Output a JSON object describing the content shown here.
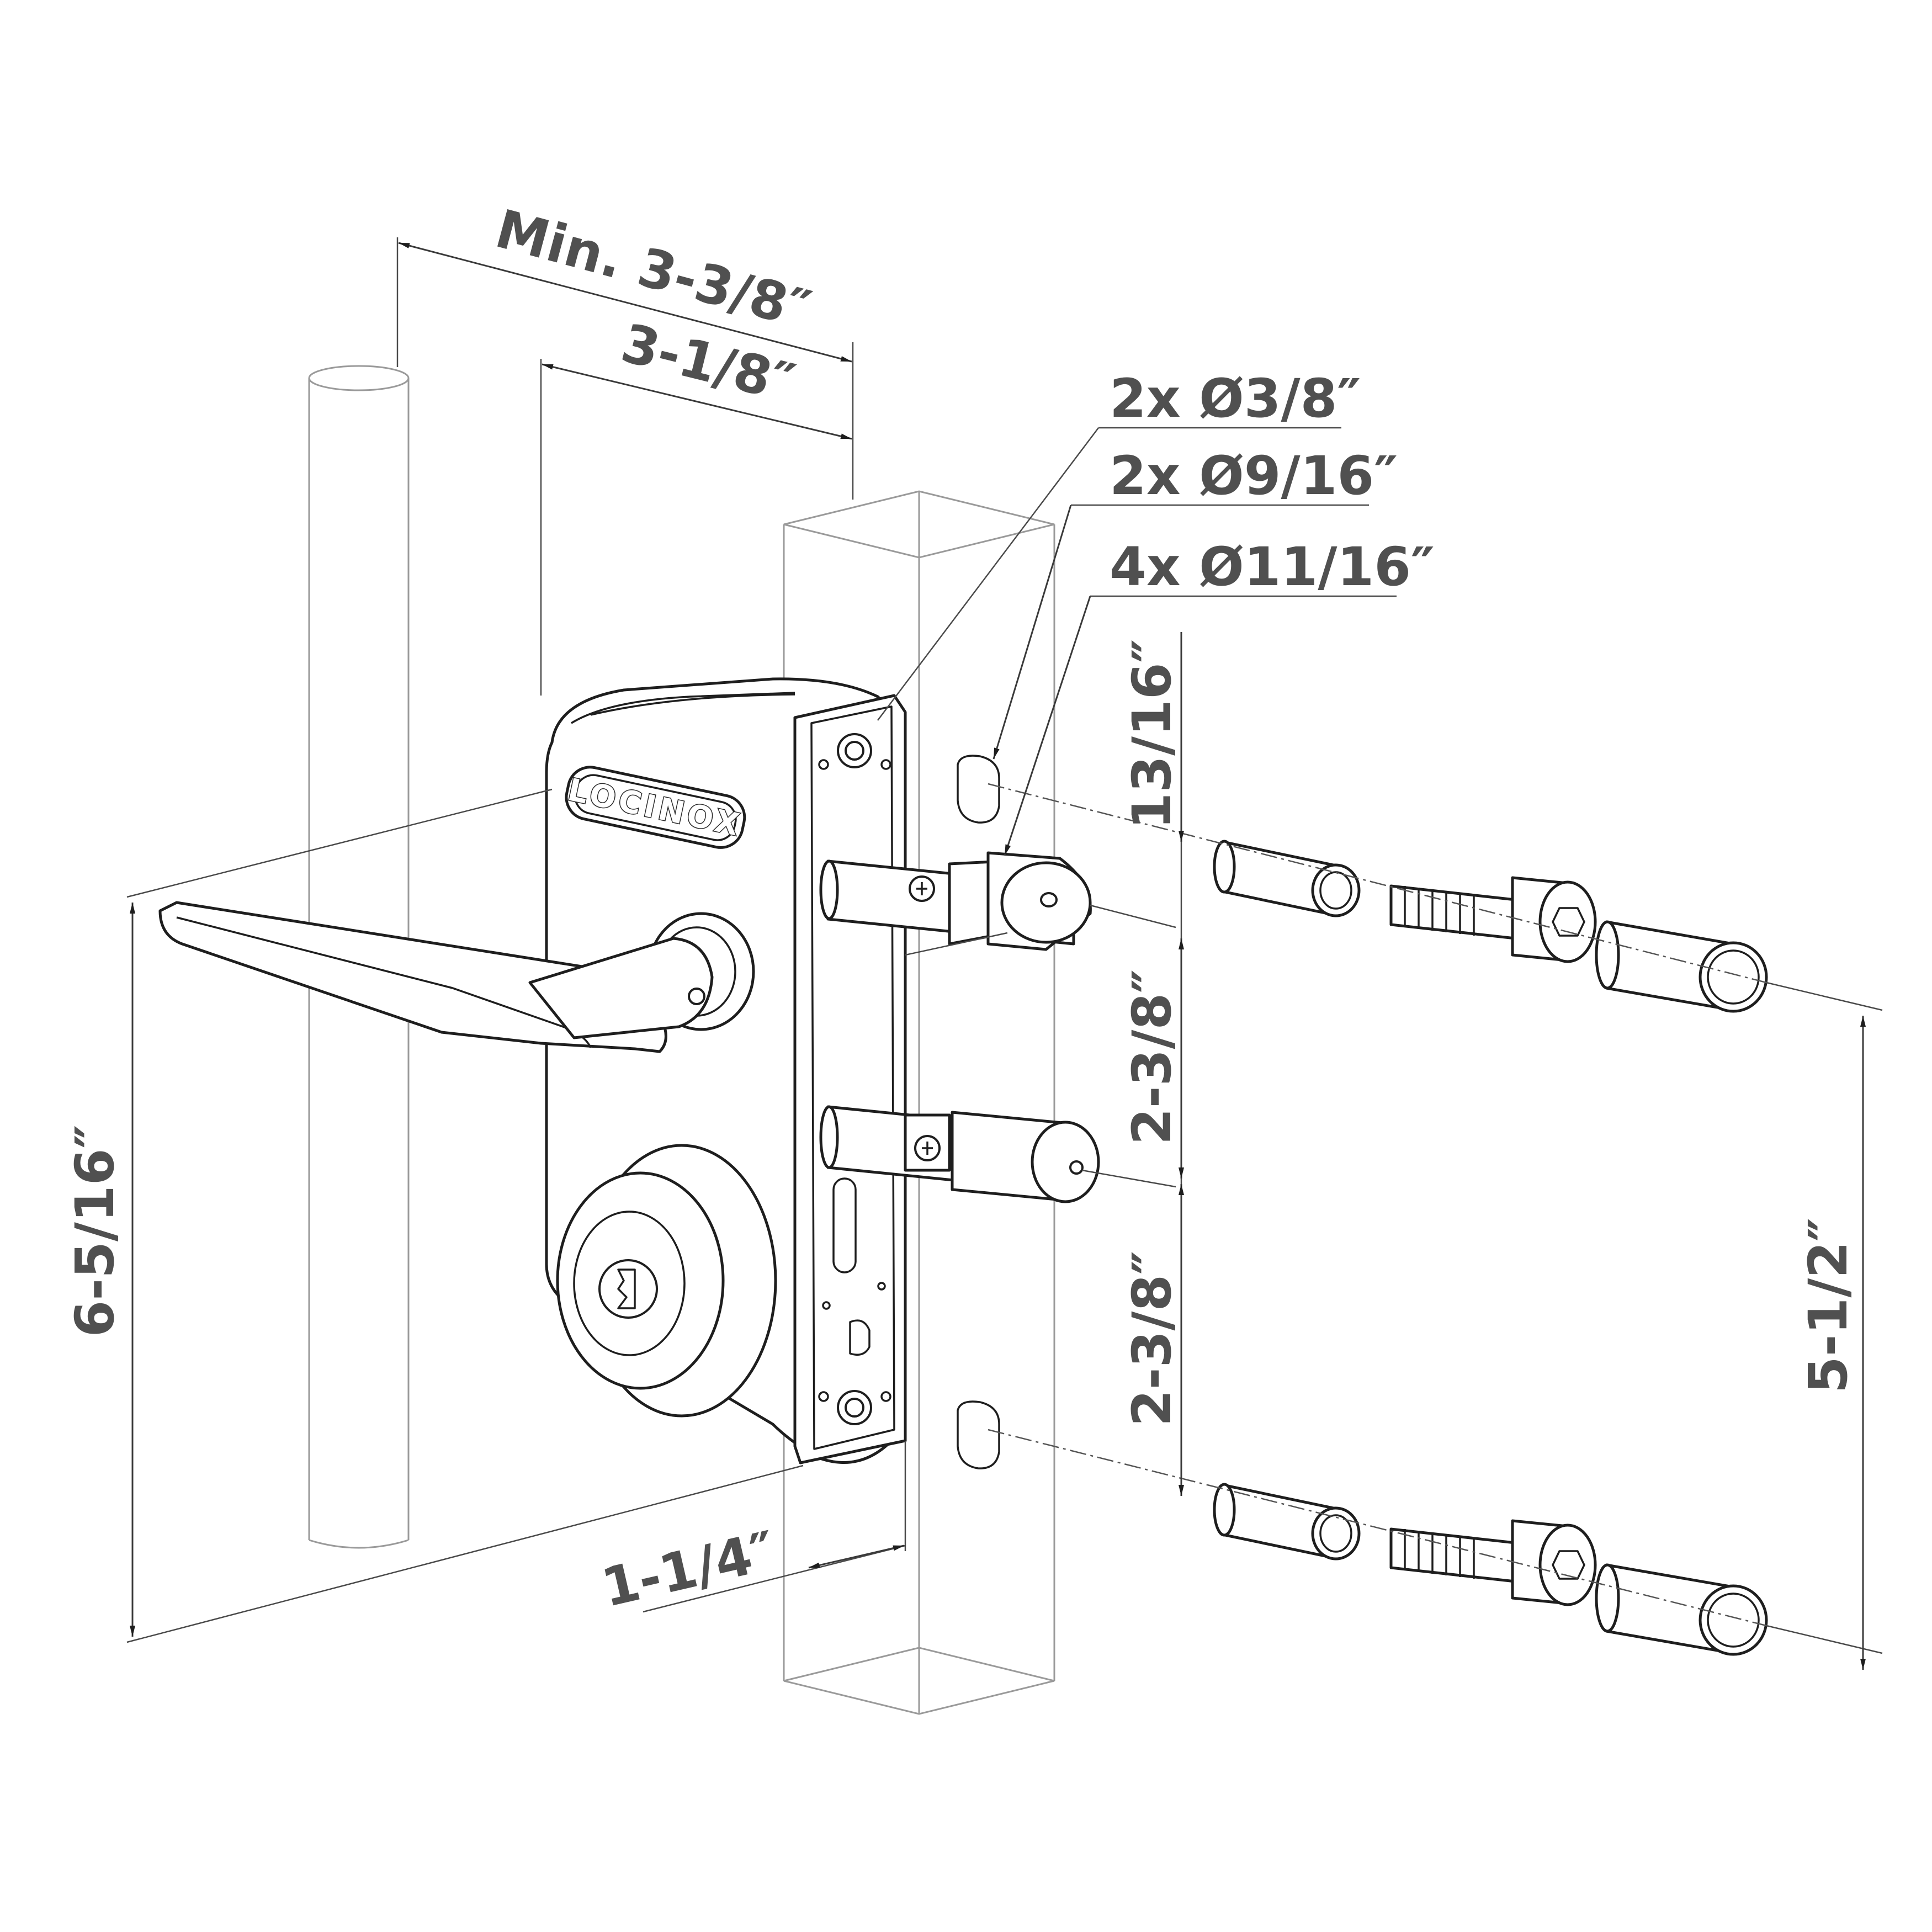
{
  "product": {
    "brand": "LOCINOX"
  },
  "dimensions": {
    "min_width": "Min. 3-3/8″",
    "body_width": "3-1/8″",
    "hole_small": "2x Ø3/8″",
    "hole_medium": "2x Ø9/16″",
    "hole_large": "4x Ø11/16″",
    "top_offset": "13/16″",
    "upper_spacing": "2-3/8″",
    "lower_spacing": "2-3/8″",
    "total_height": "6-5/16″",
    "post_width": "1-1/4″",
    "bolt_spacing": "5-1/2″"
  }
}
